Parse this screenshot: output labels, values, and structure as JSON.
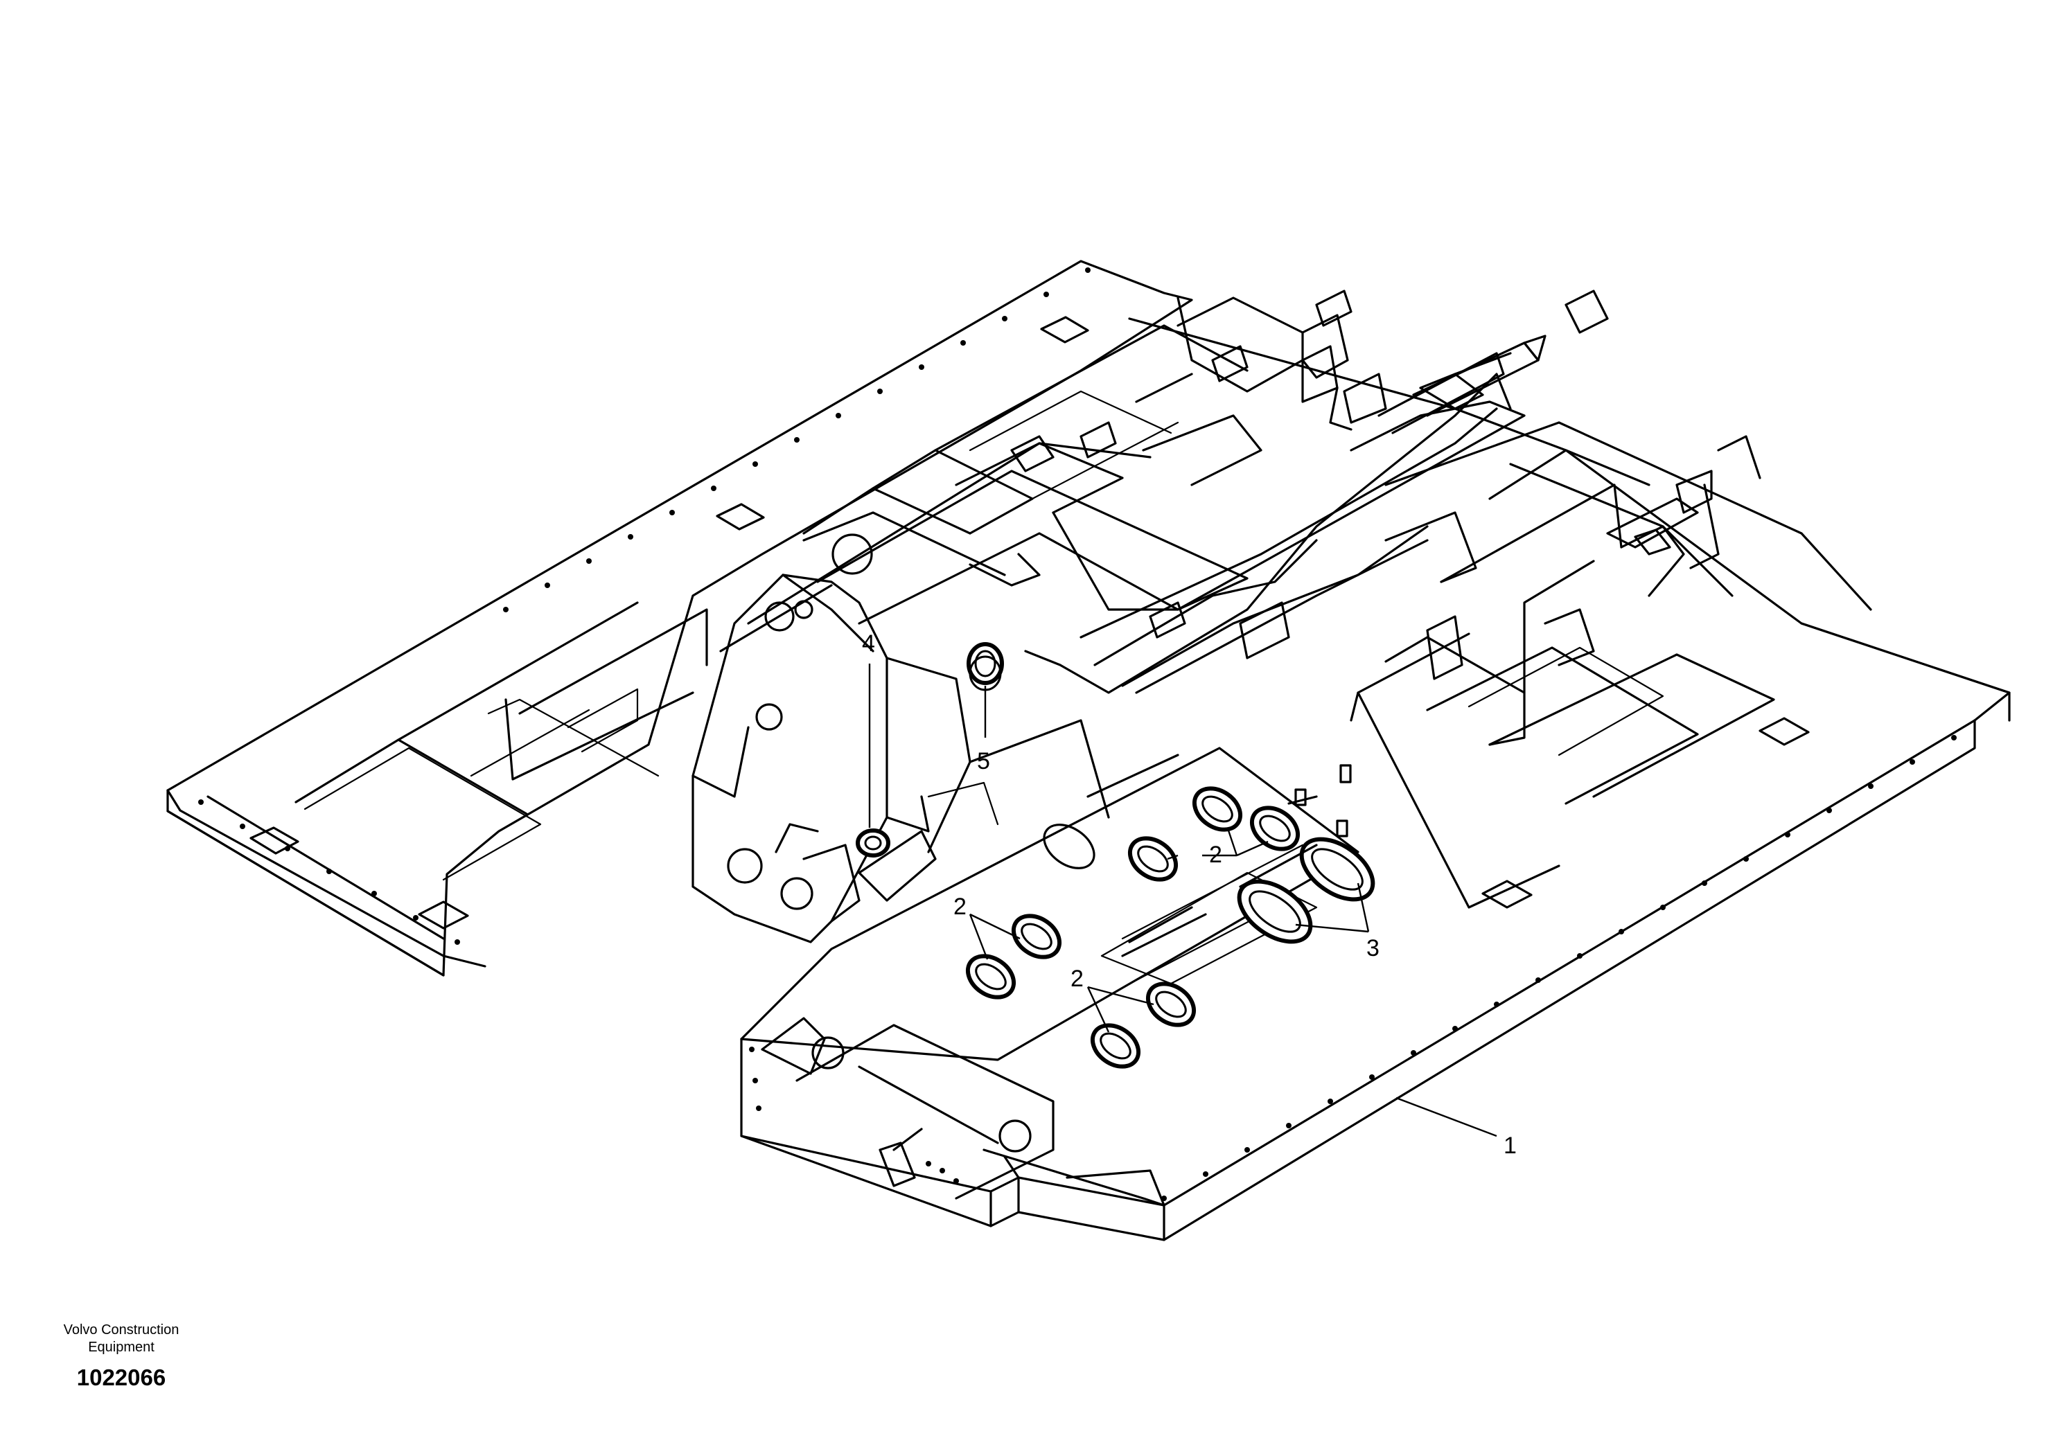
{
  "callouts": [
    {
      "id": "c1",
      "label": "1"
    },
    {
      "id": "c2a",
      "label": "2"
    },
    {
      "id": "c2b",
      "label": "2"
    },
    {
      "id": "c2c",
      "label": "2"
    },
    {
      "id": "c3",
      "label": "3"
    },
    {
      "id": "c4",
      "label": "4"
    },
    {
      "id": "c5",
      "label": "5"
    }
  ],
  "footer": {
    "company_line1": "Volvo Construction",
    "company_line2": "Equipment",
    "document_number": "1022066"
  }
}
